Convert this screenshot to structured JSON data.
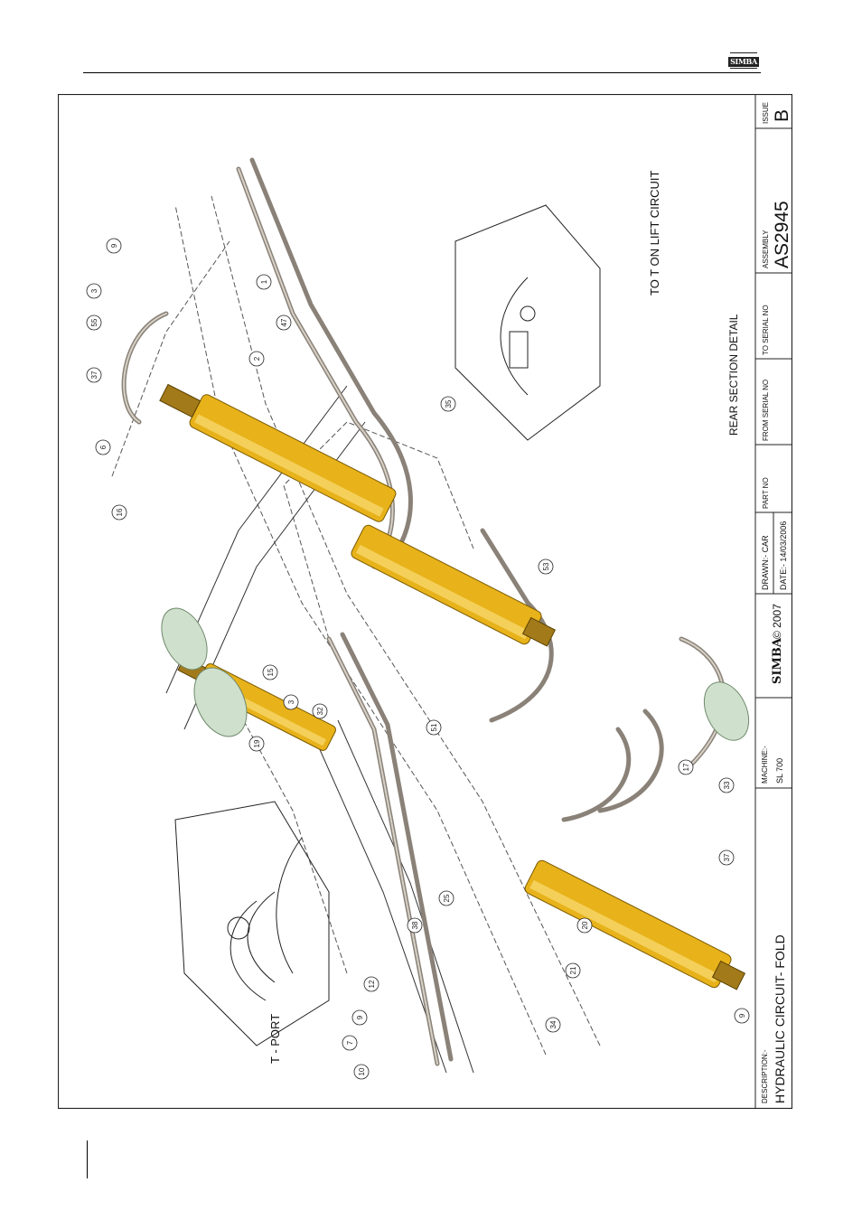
{
  "header": {
    "logo_text": "SIMBA"
  },
  "drawing": {
    "title_block": {
      "description_label": "DESCRIPTION:-",
      "description": "HYDRAULIC CIRCUIT- FOLD",
      "machine_label": "MACHINE:-",
      "machine": "SL 700",
      "logo": "SIMBA",
      "copyright": "© 2007",
      "drawn": "DRAWN:- CAR",
      "date": "DATE:- 14/03/2006",
      "part_no_label": "PART NO",
      "from_serial_label": "FROM SERIAL NO",
      "to_serial_label": "TO SERIAL NO",
      "assembly_label": "ASSEMBLY",
      "assembly": "AS2945",
      "issue_label": "ISSUE",
      "issue": "B"
    },
    "labels": {
      "rear_section": "REAR SECTION DETAIL",
      "to_t": "TO T ON LIFT CIRCUIT",
      "t_port": "T - PORT"
    },
    "callouts": [
      "9",
      "3",
      "55",
      "37",
      "6",
      "16",
      "1",
      "2",
      "47",
      "35",
      "15",
      "3",
      "32",
      "19",
      "53",
      "51",
      "17",
      "33",
      "37",
      "9",
      "25",
      "38",
      "20",
      "21",
      "34",
      "12",
      "9",
      "7",
      "10"
    ]
  }
}
